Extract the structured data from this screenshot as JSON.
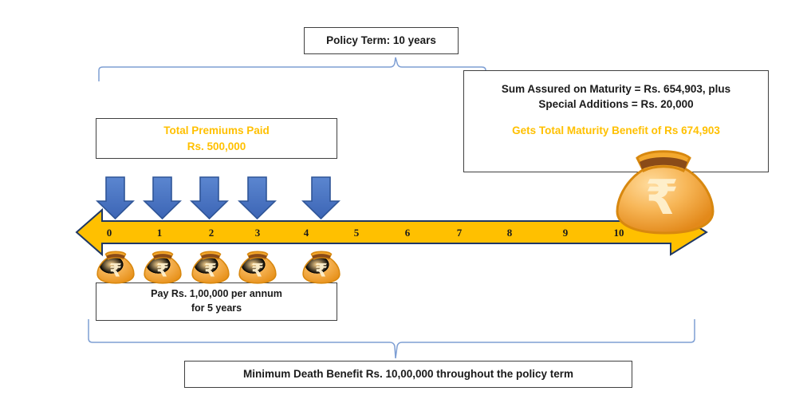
{
  "diagram": {
    "title_box": {
      "label": "Policy Term: 10 years"
    },
    "maturity_box": {
      "line1": "Sum Assured on Maturity = Rs. 654,903, plus",
      "line2": "Special Additions = Rs. 20,000",
      "line3": "Gets Total Maturity Benefit of Rs 674,903"
    },
    "premiums_box": {
      "line1": "Total Premiums Paid",
      "line2": "Rs. 500,000"
    },
    "pay_box": {
      "line1": "Pay Rs. 1,00,000 per annum",
      "line2": "for 5 years"
    },
    "death_box": {
      "label": "Minimum Death Benefit Rs. 10,00,000 throughout the policy term"
    },
    "timeline": {
      "ticks": [
        "0",
        "1",
        "2",
        "3",
        "4",
        "5",
        "6",
        "7",
        "8",
        "9",
        "10"
      ],
      "premium_arrow_count": 5,
      "premium_bag_count": 5,
      "maturity_bag_count": 1,
      "currency_symbol": "₹"
    },
    "colors": {
      "amber": "#FFC000",
      "arrow_outline": "#1F3864",
      "premium_arrow_fill": "#4472C4",
      "premium_arrow_stroke": "#2F5597",
      "bracket_blue": "#7E9FD4",
      "box_border": "#404040",
      "text_dark": "#1a1a1a",
      "bag_body": "#F0A02A",
      "bag_light": "#FBC06A",
      "bag_neck": "#8A4B18"
    }
  }
}
